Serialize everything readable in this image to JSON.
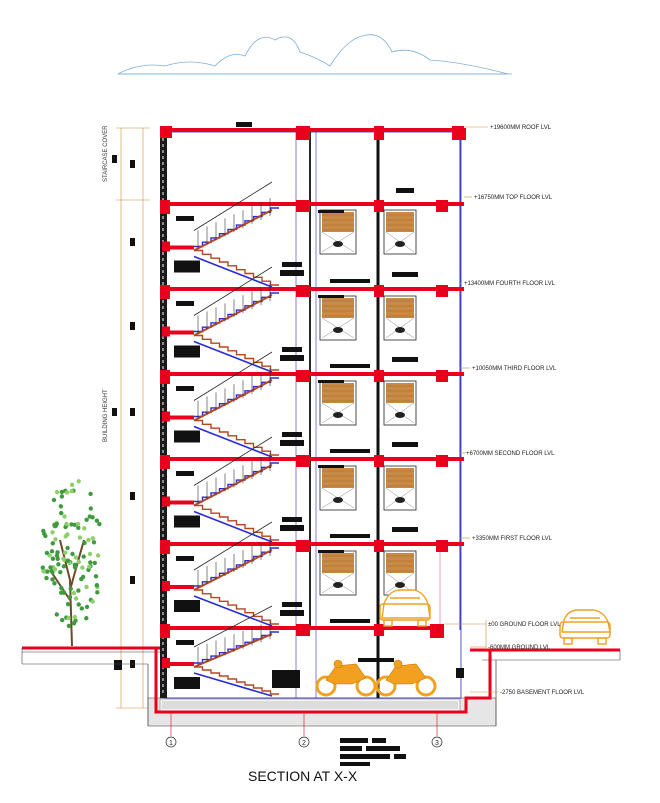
{
  "title": "SECTION AT X-X",
  "side_labels": {
    "staircase_cover": "STAIRCASE COVER",
    "building_height": "BUILDING HEIGHT"
  },
  "levels": {
    "roof": "+19600MM ROOF LVL",
    "top": "+16750MM TOP FLOOR LVL",
    "fourth": "+13400MM FOURTH FLOOR LVL",
    "third": "+10050MM THIRD FLOOR LVL",
    "second": "+6700MM SECOND FLOOR LVL",
    "first": "+3350MM FIRST FLOOR LVL",
    "ground_floor": "±00 GROUND FLOOR LVL",
    "ground": "-600MM GROUND LVL",
    "basement": "-2750 BASEMENT FLOOR LVL"
  },
  "grid": [
    "1",
    "2",
    "3"
  ],
  "colors": {
    "slab": "#e8001c",
    "wall": "#1a1a1a",
    "stair": "#b5461e",
    "stair_inner": "#2b2bd8",
    "door_wood": "#c98a46",
    "frame": "#2a2acf",
    "car": "#f2a020",
    "tree": "#3f9a3f",
    "cloud": "#7fb0d8"
  }
}
